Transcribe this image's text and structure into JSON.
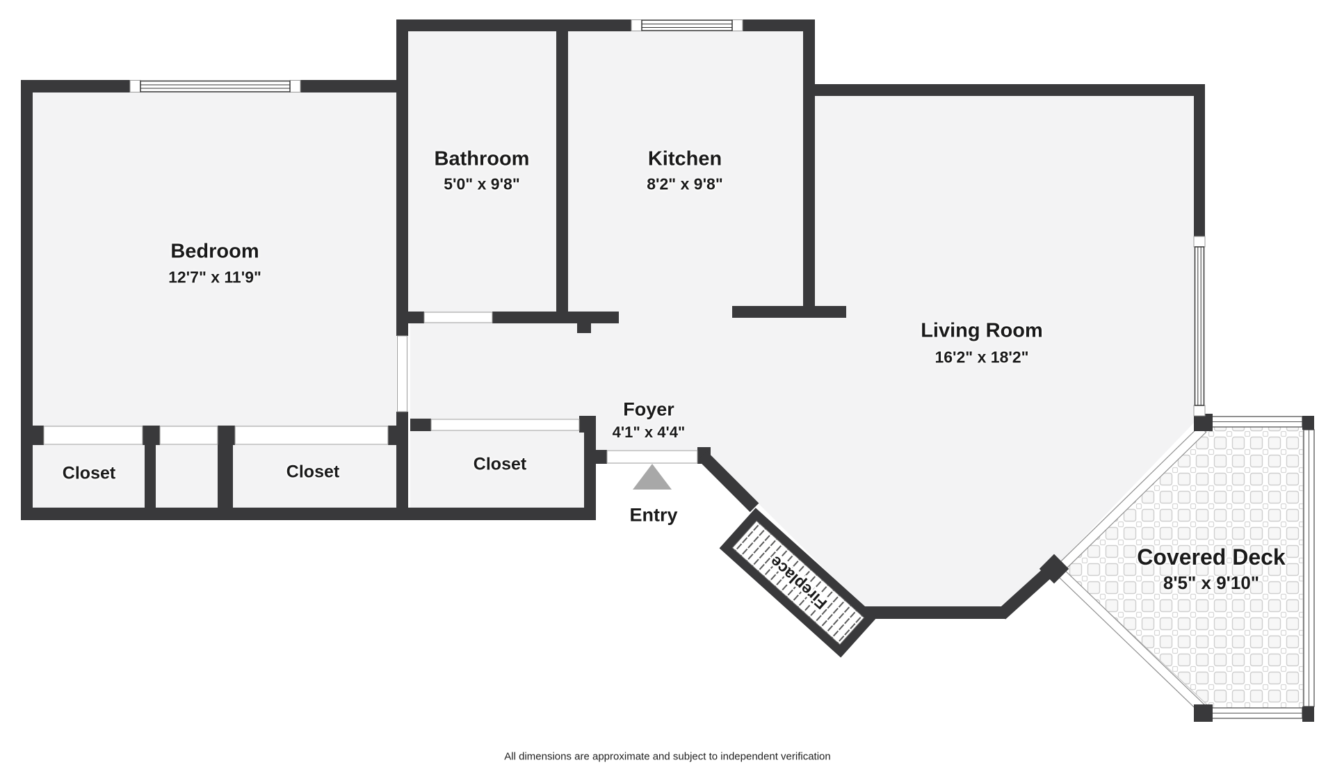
{
  "floor_plan": {
    "rooms": [
      {
        "name": "Bedroom",
        "dimensions": "12'7\" x 11'9\""
      },
      {
        "name": "Bathroom",
        "dimensions": "5'0\" x 9'8\""
      },
      {
        "name": "Kitchen",
        "dimensions": "8'2\" x 9'8\""
      },
      {
        "name": "Living Room",
        "dimensions": "16'2\" x 18'2\""
      },
      {
        "name": "Foyer",
        "dimensions": "4'1\" x 4'4\""
      },
      {
        "name": "Covered Deck",
        "dimensions": "8'5\" x 9'10\""
      }
    ],
    "closets": [
      "Closet",
      "Closet",
      "Closet"
    ],
    "entry_label": "Entry",
    "fireplace_label": "Fireplace",
    "footer": "All dimensions are approximate and subject to independent verification",
    "colors": {
      "wall": "#39393b",
      "floor": "#f3f3f4",
      "outside": "#ffffff",
      "entry_arrow": "#a8a8a8",
      "deck_tile_line": "#cfcfcf"
    }
  }
}
